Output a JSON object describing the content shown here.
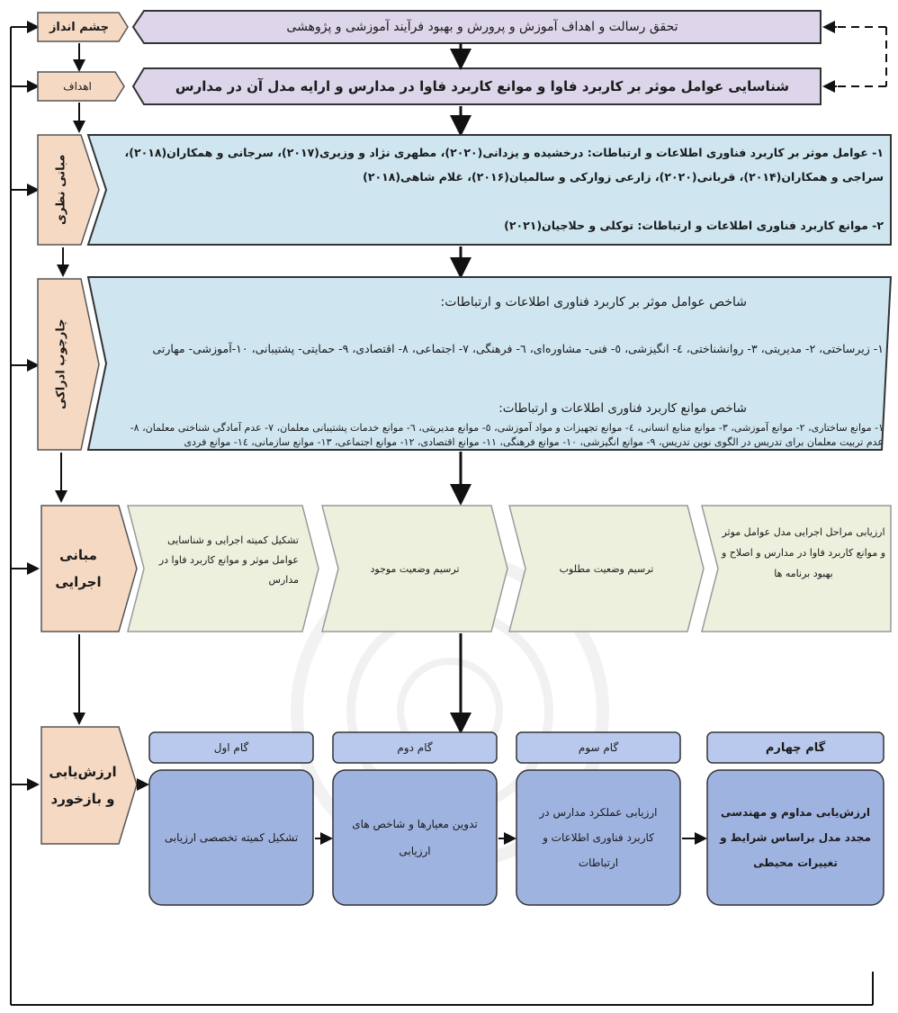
{
  "labels": {
    "vision": "چشم انداز",
    "goals": "اهداف",
    "theory": "مبانی نظری",
    "conceptual": "چارچوب ادراکی",
    "executive": "مبانی اجرایی",
    "evaluation": "ارزش‌یابی و بازخورد"
  },
  "top": {
    "vision_text": "تحقق رسالت و اهداف آموزش و پرورش و بهبود فرآیند آموزشی و پژوهشی",
    "goals_text": "شناسایی عوامل موثر بر کاربرد فاوا و موانع کاربرد فاوا در مدارس و ارایه مدل آن در مدارس"
  },
  "theory": {
    "line1": "۱- عوامل موثر بر کاربرد فناوری اطلاعات و ارتباطات: درخشیده و یزدانی(۲۰۲۰)، مطهری نژاد و وزیری(۲۰۱۷)، سرجانی و همکاران(۲۰۱۸)، سراجی و همکاران(۲۰۱۴)، قربانی(۲۰۲۰)، زارعی زوارکی و سالمیان(۲۰۱۶)، غلام شاهی(۲۰۱۸)",
    "line2": "۲- موانع کاربرد فناوری اطلاعات و ارتباطات: توکلی و حلاجیان(۲۰۲۱)"
  },
  "conceptual": {
    "title1": "شاخص عوامل موثر بر کاربرد فناوری اطلاعات و ارتباطات:",
    "text1": "۱- زیرساختی، ۲- مدیریتی، ۳- روانشناختی، ٤- انگیزشی، ٥- فنی- مشاوره‌ای، ٦- فرهنگی، ۷- اجتماعی، ۸- اقتصادی، ۹- حمایتی- پشتیبانی، ۱۰-آموزشی- مهارتی",
    "title2": "شاخص موانع کاربرد فناوری اطلاعات و ارتباطات:",
    "text2": "۱- موانع ساختاری، ۲- موانع آموزشی، ۳- موانع منابع انسانی، ٤- موانع تجهیزات و مواد آموزشی، ٥- موانع مدیریتی، ٦- موانع خدمات پشتیبانی معلمان، ۷- عدم آمادگی شناختی معلمان، ۸- عدم تربیت معلمان برای تدریس در الگوی نوین تدریس، ۹- موانع انگیزشی، ۱۰- موانع فرهنگی، ۱۱- موانع اقتصادی، ۱۲- موانع اجتماعی، ۱۳- موانع سازمانی، ۱٤- موانع فردی"
  },
  "executive": {
    "steps": [
      "تشکیل کمیته اجرایی و شناسایی عوامل موثر و موانع کاربرد فاوا در مدارس",
      "ترسیم وضعیت موجود",
      "ترسیم وضعیت مطلوب",
      "ارزیابی مراحل اجرایی مدل عوامل موثر و موانع کاربرد فاوا در مدارس و اصلاح و بهبود برنامه ها"
    ]
  },
  "evaluation": {
    "steps": [
      {
        "head": "گام اول",
        "body": "تشکیل کمیته تخصصی ارزیابی"
      },
      {
        "head": "گام دوم",
        "body": "تدوین معیارها و شاخص های ارزیابی"
      },
      {
        "head": "گام سوم",
        "body": "ارزیابی عملکرد مدارس در کاربرد فناوری اطلاعات و ارتباطات"
      },
      {
        "head": "گام چهارم",
        "body": "ارزش‌یابی مداوم و مهندسی مجدد مدل براساس شرایط و تغییرات محیطی"
      }
    ]
  },
  "colors": {
    "purple": "#ddd5ea",
    "peach": "#f6d9c3",
    "lightblue": "#cfe6f1",
    "green": "#edf0dd",
    "stepHead": "#b9c9ee",
    "stepBody": "#9fb3e1"
  }
}
